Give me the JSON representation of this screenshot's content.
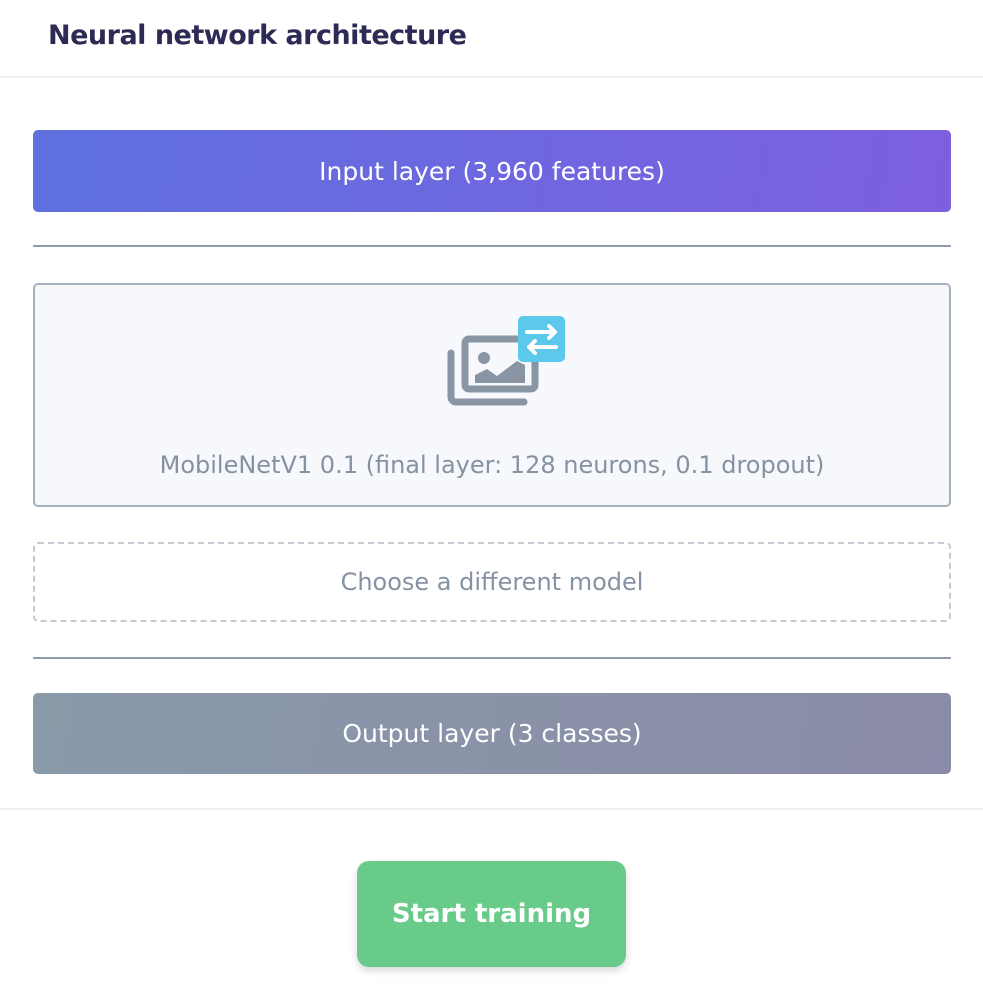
{
  "header": {
    "title": "Neural network architecture"
  },
  "input_layer": {
    "label": "Input layer (3,960 features)"
  },
  "model": {
    "icon": "image-transfer-icon",
    "label": "MobileNetV1 0.1 (final layer: 128 neurons, 0.1 dropout)"
  },
  "choose_model": {
    "label": "Choose a different model"
  },
  "output_layer": {
    "label": "Output layer (3 classes)"
  },
  "actions": {
    "start_label": "Start training"
  },
  "colors": {
    "accent": "#68cb8a",
    "input_start": "#5e70df",
    "input_end": "#7d5fdf",
    "badge": "#5bc8ec"
  }
}
